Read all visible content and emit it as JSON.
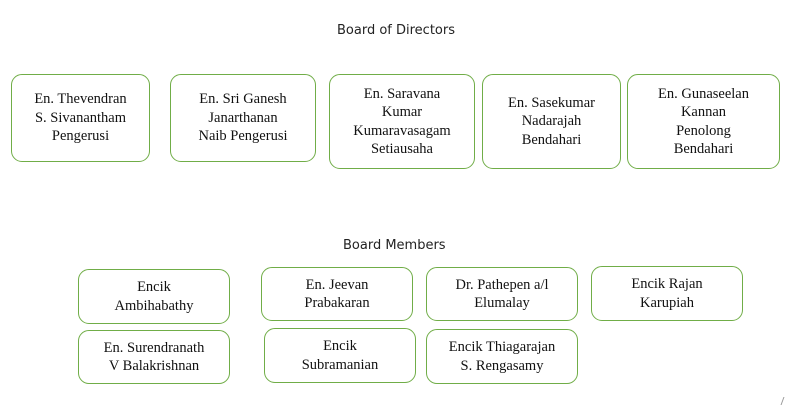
{
  "directors": {
    "heading": "Board of Directors",
    "members": [
      {
        "lines": [
          "En. Thevendran",
          "S. Sivanantham",
          "Pengerusi"
        ]
      },
      {
        "lines": [
          "En. Sri Ganesh",
          "Janarthanan",
          "Naib Pengerusi"
        ]
      },
      {
        "lines": [
          "En. Saravana",
          "Kumar",
          "Kumaravasagam",
          "Setiausaha"
        ]
      },
      {
        "lines": [
          "En. Sasekumar",
          "Nadarajah",
          "Bendahari"
        ]
      },
      {
        "lines": [
          "En. Gunaseelan",
          "Kannan",
          "Penolong",
          "Bendahari"
        ]
      }
    ]
  },
  "board_members": {
    "heading": "Board Members",
    "members": [
      {
        "lines": [
          "Encik",
          "Ambihabathy"
        ]
      },
      {
        "lines": [
          "En. Jeevan",
          "Prabakaran"
        ]
      },
      {
        "lines": [
          "Dr. Pathepen a/l",
          "Elumalay"
        ]
      },
      {
        "lines": [
          "Encik Rajan",
          "Karupiah"
        ]
      },
      {
        "lines": [
          "En. Surendranath",
          "V Balakrishnan"
        ]
      },
      {
        "lines": [
          "Encik",
          "Subramanian"
        ]
      },
      {
        "lines": [
          "Encik Thiagarajan",
          "S. Rengasamy"
        ]
      }
    ]
  },
  "colors": {
    "box_border": "#70ad47",
    "text": "#111111"
  }
}
